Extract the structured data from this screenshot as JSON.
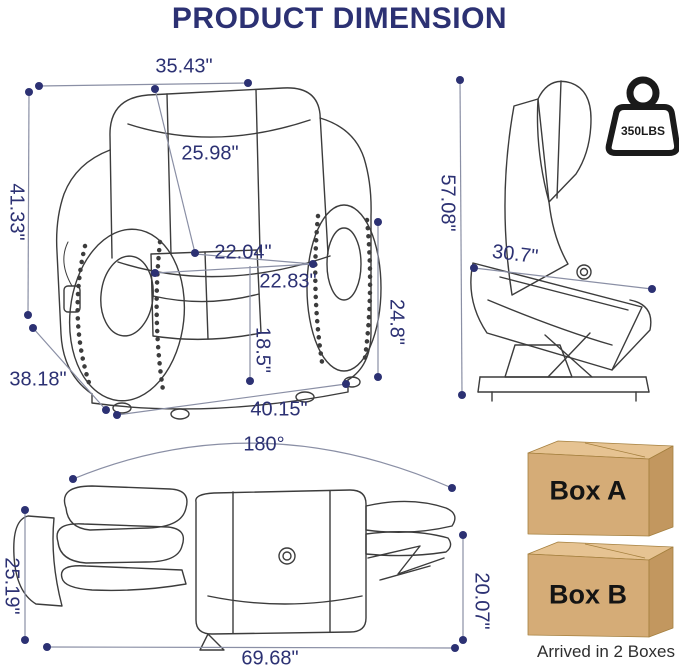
{
  "title": "PRODUCT DIMENSION",
  "front_view": {
    "top_width": "35.43\"",
    "back_height": "25.98\"",
    "overall_height": "41.33\"",
    "seat_width": "22.04\"",
    "seat_depth": "22.83\"",
    "seat_height": "18.5\"",
    "arm_height": "24.8\"",
    "overall_depth": "38.18\"",
    "base_width": "40.15\""
  },
  "side_view": {
    "lift_height": "57.08\"",
    "seat_diagonal": "30.7\"",
    "weight_capacity": "350LBS"
  },
  "reclined_view": {
    "recline_angle": "180°",
    "back_height": "25.19\"",
    "footrest_height": "20.07\"",
    "reclined_length": "69.68\""
  },
  "packaging": {
    "box_a_label": "Box A",
    "box_b_label": "Box B",
    "caption": "Arrived in 2 Boxes"
  },
  "colors": {
    "accent_navy": "#2c3173",
    "outline_gray": "#3c3c3c",
    "dim_line": "#8a8fa5",
    "box_front": "#d5ac77",
    "box_top": "#e6c392",
    "box_side": "#c2975f"
  }
}
